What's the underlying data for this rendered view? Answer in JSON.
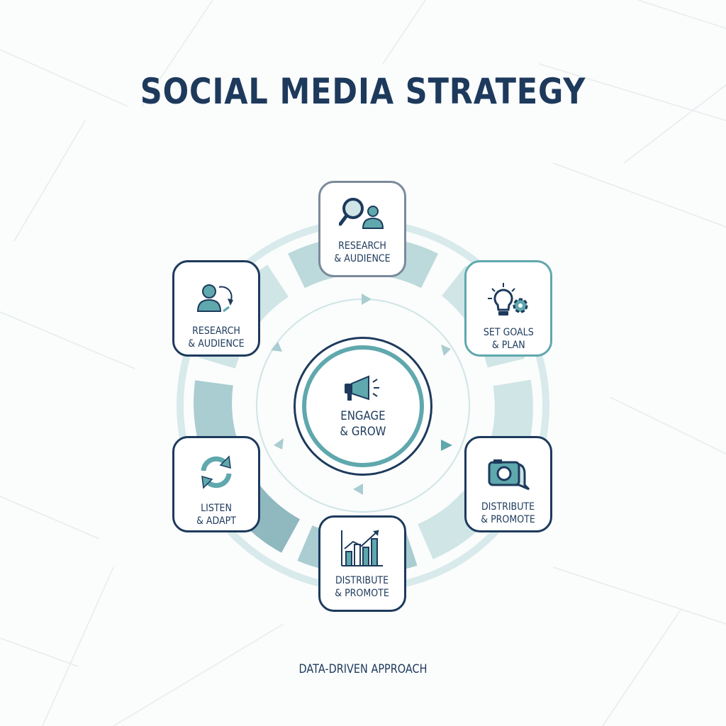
{
  "title": "SOCIAL MEDIA STRATEGY",
  "footer": "DATA-DRIVEN APPROACH",
  "center": {
    "line1": "ENGAGE",
    "line2": "& GROW",
    "icon": "megaphone-icon"
  },
  "cards": [
    {
      "line1": "RESEARCH",
      "line2": "& AUDIENCE",
      "icon": "search-user-icon"
    },
    {
      "line1": "SET GOALS",
      "line2": "& PLAN",
      "icon": "lightbulb-gear-icon"
    },
    {
      "line1": "DISTRIBUTE",
      "line2": "& PROMOTE",
      "icon": "camera-chat-icon"
    },
    {
      "line1": "DISTRIBUTE",
      "line2": "& PROMOTE",
      "icon": "bar-chart-growth-icon"
    },
    {
      "line1": "LISTEN",
      "line2": "& ADAPT",
      "icon": "refresh-cycle-icon"
    },
    {
      "line1": "RESEARCH",
      "line2": "& AUDIENCE",
      "icon": "user-cycle-icon"
    }
  ],
  "colors": {
    "navy": "#1d3a5c",
    "teal": "#5fa8ad",
    "ring_light": "#cfe5e6",
    "ring_mid": "#a9cdd0",
    "ring_dark": "#8fb8bf"
  }
}
